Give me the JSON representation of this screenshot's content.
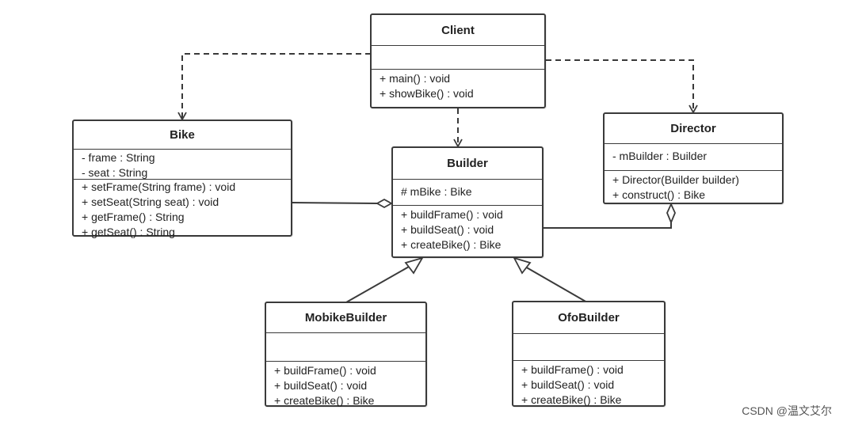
{
  "classes": {
    "client": {
      "name": "Client",
      "attributes": [],
      "operations": [
        "+ main() : void",
        "+ showBike() : void"
      ]
    },
    "bike": {
      "name": "Bike",
      "attributes": [
        "- frame : String",
        "- seat : String"
      ],
      "operations": [
        "+ setFrame(String frame) : void",
        "+ setSeat(String seat) : void",
        "+ getFrame() : String",
        "+ getSeat() : String"
      ]
    },
    "builder": {
      "name": "Builder",
      "attributes": [
        "# mBike : Bike"
      ],
      "operations": [
        "+ buildFrame() : void",
        "+ buildSeat() : void",
        "+ createBike() : Bike"
      ]
    },
    "director": {
      "name": "Director",
      "attributes": [
        "- mBuilder : Builder"
      ],
      "operations": [
        "+ Director(Builder builder)",
        "+ construct() : Bike"
      ]
    },
    "mobike_builder": {
      "name": "MobikeBuilder",
      "attributes": [],
      "operations": [
        "+ buildFrame() : void",
        "+ buildSeat() : void",
        "+ createBike() : Bike"
      ]
    },
    "ofo_builder": {
      "name": "OfoBuilder",
      "attributes": [],
      "operations": [
        "+ buildFrame() : void",
        "+ buildSeat() : void",
        "+ createBike() : Bike"
      ]
    }
  },
  "relationships": [
    {
      "from": "Client",
      "to": "Bike",
      "type": "dependency"
    },
    {
      "from": "Client",
      "to": "Builder",
      "type": "dependency"
    },
    {
      "from": "Client",
      "to": "Director",
      "type": "dependency"
    },
    {
      "from": "Builder",
      "to": "Bike",
      "type": "aggregation"
    },
    {
      "from": "Director",
      "to": "Builder",
      "type": "aggregation"
    },
    {
      "from": "MobikeBuilder",
      "to": "Builder",
      "type": "generalization"
    },
    {
      "from": "OfoBuilder",
      "to": "Builder",
      "type": "generalization"
    }
  ],
  "watermark": "CSDN @温文艾尔",
  "colors": {
    "line": "#3a3a3a",
    "background": "#ffffff"
  }
}
